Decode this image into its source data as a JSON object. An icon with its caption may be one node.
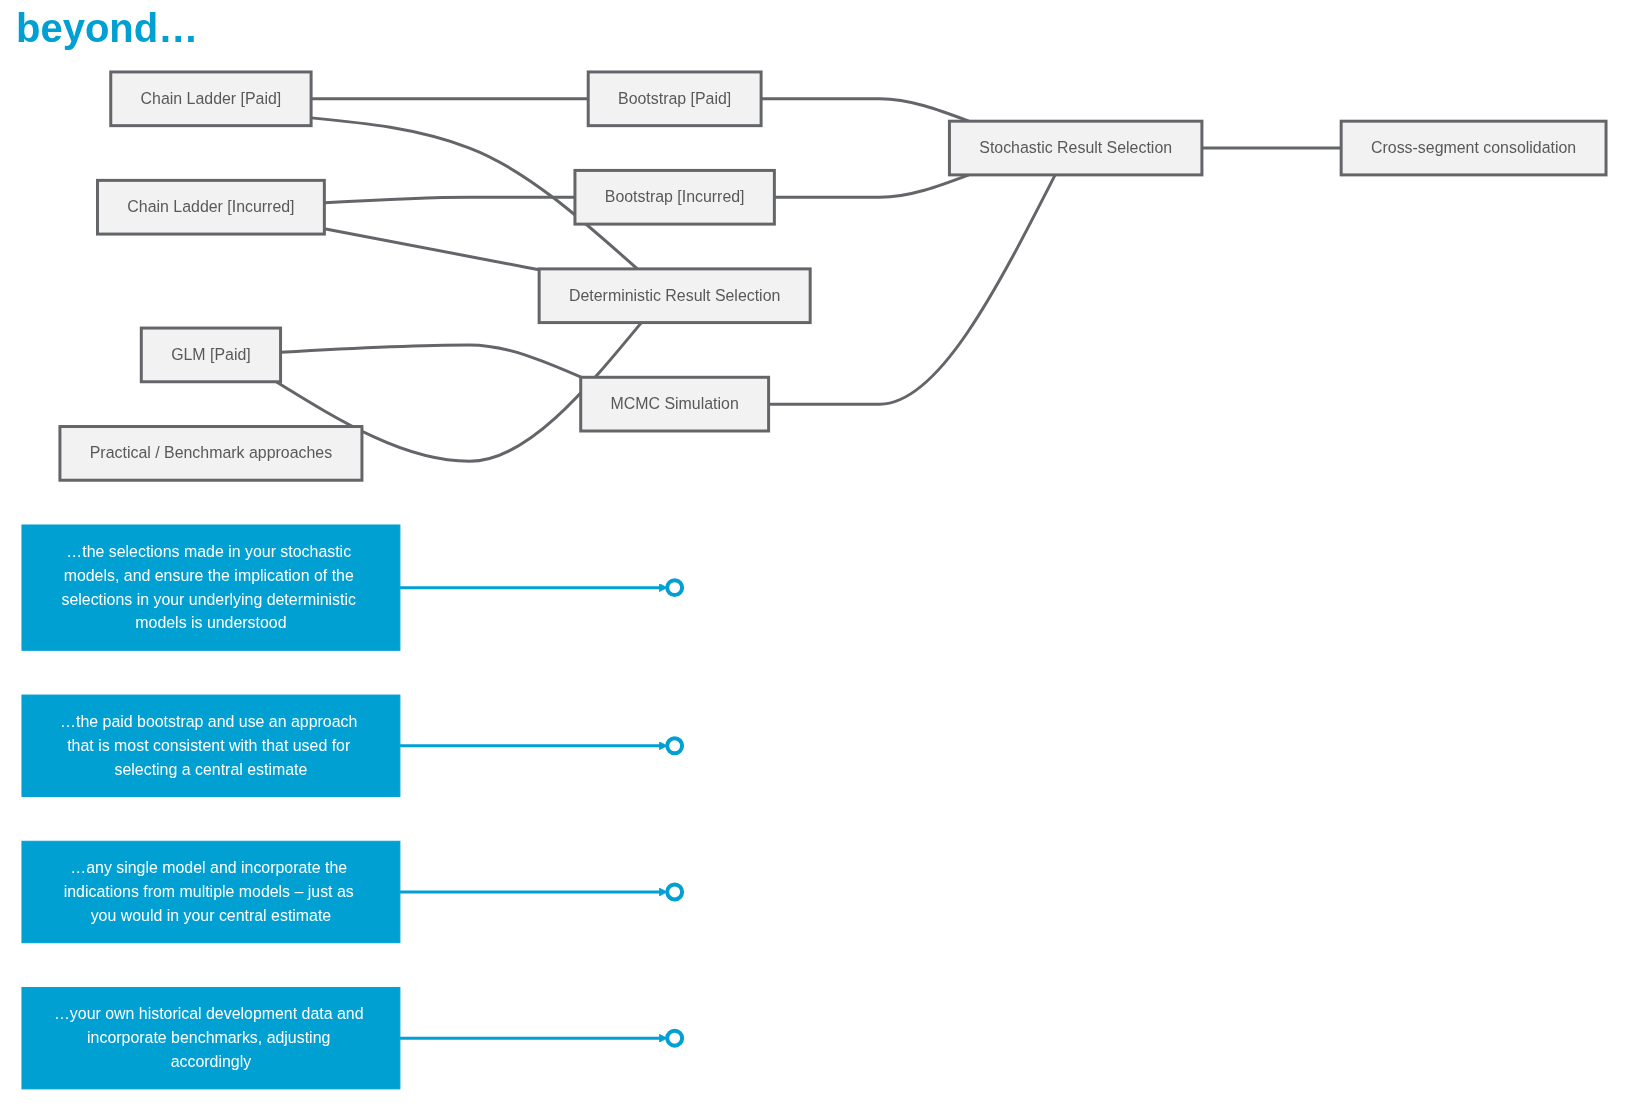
{
  "diagram": {
    "title": "beyond…",
    "nodes": [
      {
        "text": [
          "Chain Ladder [Paid]"
        ]
      },
      {
        "text": [
          "Chain Ladder [Incurred]"
        ]
      },
      {
        "text": [
          "GLM [Paid]"
        ]
      },
      {
        "text": [
          "Bootstrap [Paid]"
        ]
      },
      {
        "text": [
          "Bootstrap [Incurred]"
        ]
      },
      {
        "text": [
          "MCMC Simulation"
        ]
      },
      {
        "text": [
          "Deterministic Result Selection"
        ]
      },
      {
        "text": [
          "Practical / Benchmark approaches"
        ]
      },
      {
        "text": [
          "Stochastic Result Selection"
        ]
      },
      {
        "text": [
          "Cross-segment consolidation"
        ]
      },
      {
        "text": [
          "…the selections made in your stochastic models, and ensure the implication of the selections in your underlying deterministic models is understood"
        ]
      },
      {
        "text": [],
        "shape": "circle"
      },
      {
        "text": [
          "…the paid bootstrap and use an approach that is most consistent with that used for selecting a central estimate"
        ]
      },
      {
        "text": [],
        "shape": "circle"
      },
      {
        "text": [
          "…any single model and incorporate the indications from multiple models – just as you would in your central estimate"
        ]
      },
      {
        "text": [],
        "shape": "circle"
      },
      {
        "text": [
          "…your own historical development data and incorporate benchmarks, adjusting accordingly"
        ]
      },
      {
        "text": [],
        "shape": "circle"
      }
    ],
    "edges": [
      {
        "from": 0,
        "to": 3,
        "arrow": "none"
      },
      {
        "from": 1,
        "to": 4,
        "arrow": "none"
      },
      {
        "from": 2,
        "to": 5,
        "arrow": "none"
      },
      {
        "from": 0,
        "to": 6,
        "arrow": "none"
      },
      {
        "from": 1,
        "to": 6,
        "arrow": "none"
      },
      {
        "from": 2,
        "to": 6,
        "arrow": "none"
      },
      {
        "from": 3,
        "to": 8,
        "arrow": "none"
      },
      {
        "from": 4,
        "to": 8,
        "arrow": "none"
      },
      {
        "from": 5,
        "to": 8,
        "arrow": "none"
      },
      {
        "from": 8,
        "to": 9,
        "arrow": "none"
      },
      {
        "from": 10,
        "to": 11,
        "arrow": "to",
        "color": "#00a0d2"
      },
      {
        "from": 12,
        "to": 13,
        "arrow": "to",
        "color": "#00a0d2"
      },
      {
        "from": 14,
        "to": 15,
        "arrow": "to",
        "color": "#00a0d2"
      },
      {
        "from": 16,
        "to": 17,
        "arrow": "to",
        "color": "#00a0d2"
      }
    ]
  }
}
